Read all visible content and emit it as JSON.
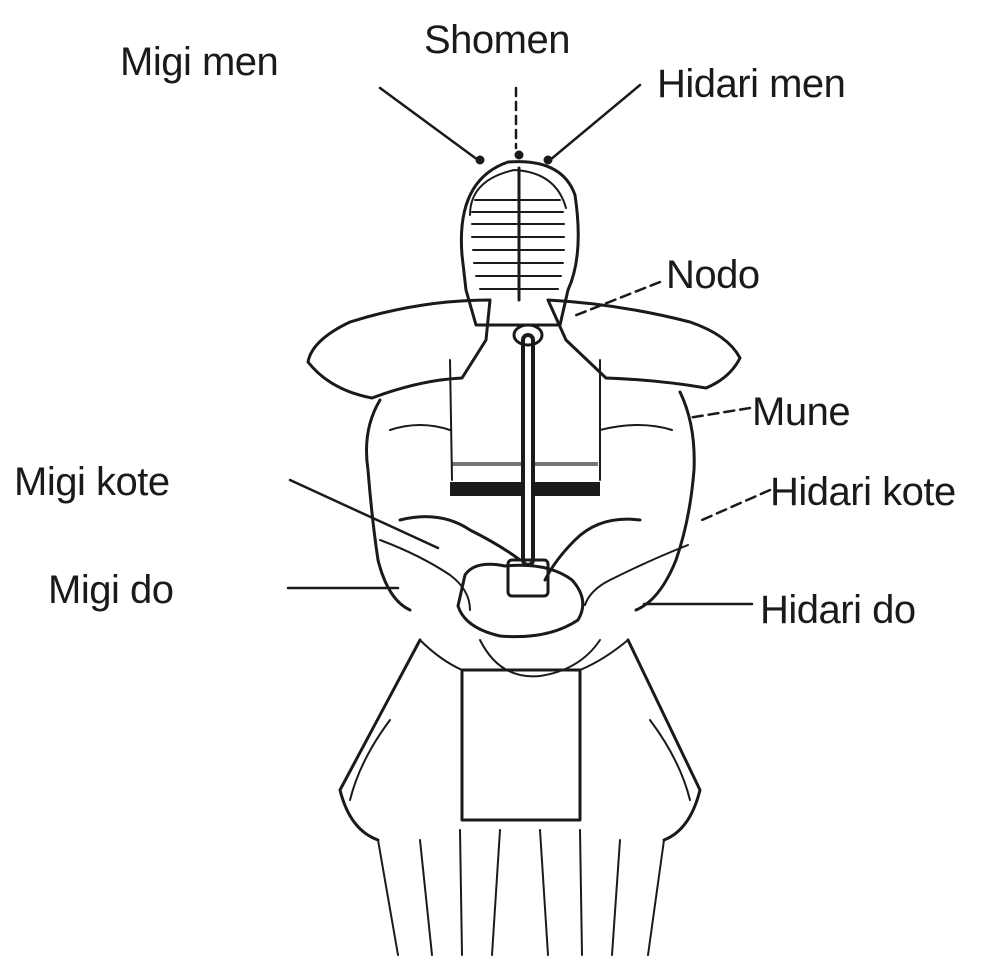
{
  "diagram": {
    "labels": {
      "shomen": "Shomen",
      "migi_men": "Migi men",
      "hidari_men": "Hidari men",
      "nodo": "Nodo",
      "mune": "Mune",
      "migi_kote": "Migi kote",
      "hidari_kote": "Hidari kote",
      "migi_do": "Migi do",
      "hidari_do": "Hidari do"
    },
    "colors": {
      "ink": "#1a1a1a",
      "background": "#ffffff"
    }
  }
}
